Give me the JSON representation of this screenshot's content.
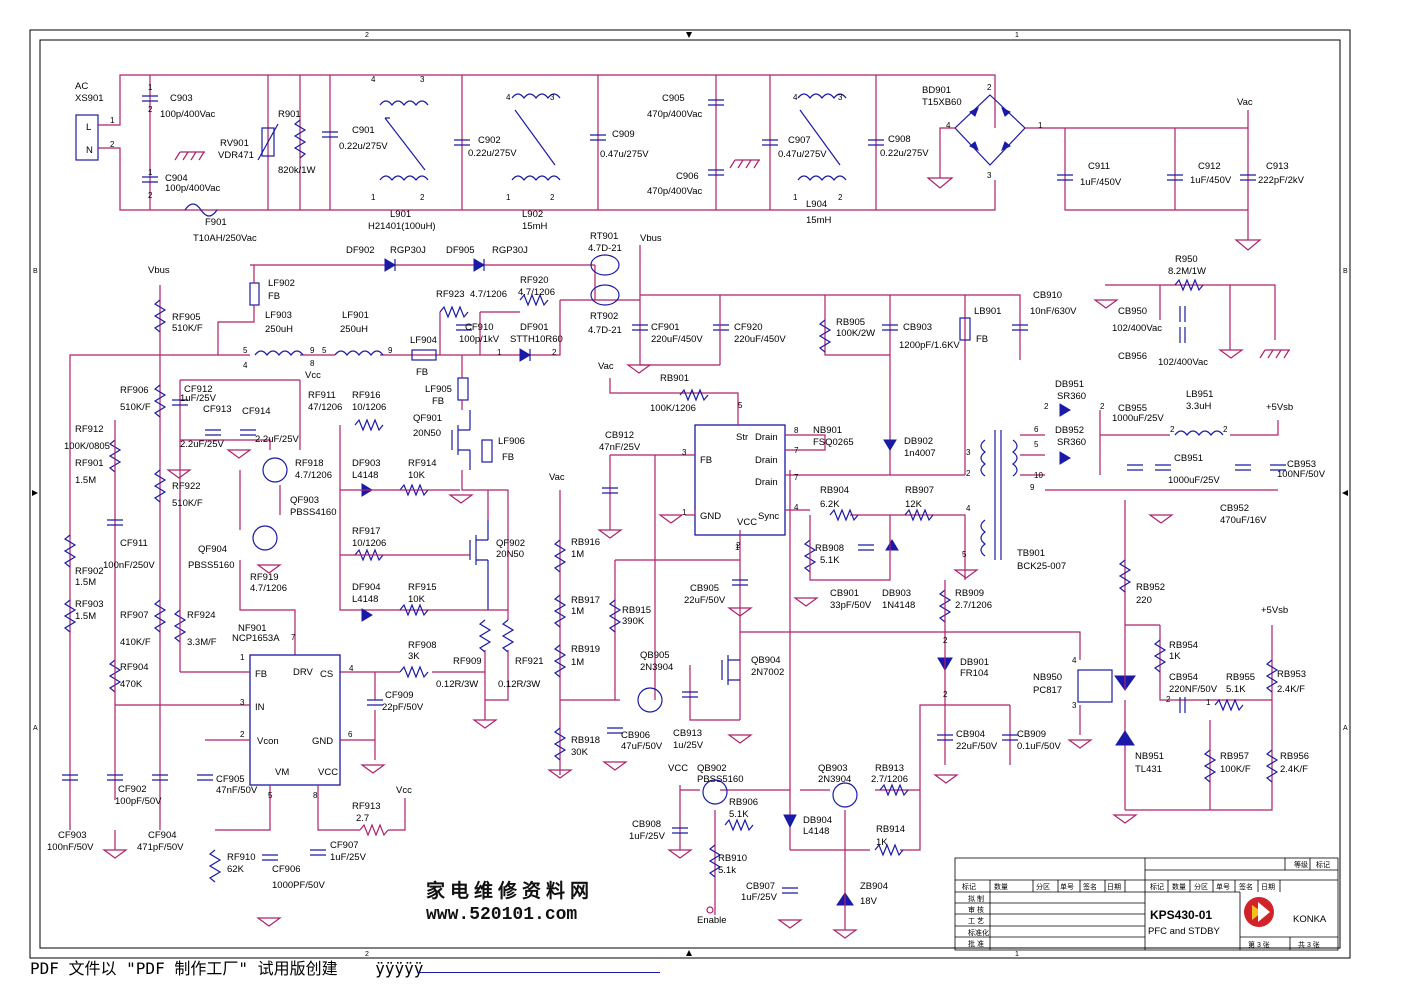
{
  "border": {
    "col_marks": [
      "2",
      "1",
      "2",
      "1"
    ],
    "row_marks": [
      "B",
      "A",
      "B",
      "A"
    ]
  },
  "labels": [
    {
      "id": "ac",
      "t": "AC"
    },
    {
      "id": "xs901",
      "t": "XS901"
    },
    {
      "id": "L",
      "t": "L"
    },
    {
      "id": "N",
      "t": "N"
    },
    {
      "id": "c903",
      "t": "C903"
    },
    {
      "id": "c903v",
      "t": "100p/400Vac"
    },
    {
      "id": "c904",
      "t": "C904"
    },
    {
      "id": "c904v",
      "t": "100p/400Vac"
    },
    {
      "id": "rv901",
      "t": "RV901"
    },
    {
      "id": "rv901v",
      "t": "VDR471"
    },
    {
      "id": "r901",
      "t": "R901"
    },
    {
      "id": "r901v",
      "t": "820k/1W"
    },
    {
      "id": "c901",
      "t": "C901"
    },
    {
      "id": "c901v",
      "t": "0.22u/275V"
    },
    {
      "id": "f901",
      "t": "F901"
    },
    {
      "id": "f901v",
      "t": "T10AH/250Vac"
    },
    {
      "id": "l901",
      "t": "L901"
    },
    {
      "id": "l901v",
      "t": "H21401(100uH)"
    },
    {
      "id": "c902",
      "t": "C902"
    },
    {
      "id": "c902v",
      "t": "0.22u/275V"
    },
    {
      "id": "l902",
      "t": "L902"
    },
    {
      "id": "l902v",
      "t": "15mH"
    },
    {
      "id": "c909",
      "t": "C909"
    },
    {
      "id": "c909v",
      "t": "0.47u/275V"
    },
    {
      "id": "c905",
      "t": "C905"
    },
    {
      "id": "c905v",
      "t": "470p/400Vac"
    },
    {
      "id": "c906",
      "t": "C906"
    },
    {
      "id": "c906v",
      "t": "470p/400Vac"
    },
    {
      "id": "c907",
      "t": "C907"
    },
    {
      "id": "c907v",
      "t": "0.47u/275V"
    },
    {
      "id": "l904",
      "t": "L904"
    },
    {
      "id": "l904v",
      "t": "15mH"
    },
    {
      "id": "c908",
      "t": "C908"
    },
    {
      "id": "c908v",
      "t": "0.22u/275V"
    },
    {
      "id": "bd901",
      "t": "BD901"
    },
    {
      "id": "bd901v",
      "t": "T15XB60"
    },
    {
      "id": "vac1",
      "t": "Vac"
    },
    {
      "id": "c911",
      "t": "C911"
    },
    {
      "id": "c911v",
      "t": "1uF/450V"
    },
    {
      "id": "c912",
      "t": "C912"
    },
    {
      "id": "c912v",
      "t": "1uF/450V"
    },
    {
      "id": "c913",
      "t": "C913"
    },
    {
      "id": "c913v",
      "t": "222pF/2kV"
    },
    {
      "id": "df902",
      "t": "DF902"
    },
    {
      "id": "rgp1",
      "t": "RGP30J"
    },
    {
      "id": "df905",
      "t": "DF905"
    },
    {
      "id": "rgp2",
      "t": "RGP30J"
    },
    {
      "id": "rt901",
      "t": "RT901"
    },
    {
      "id": "rt901v",
      "t": "4.7D-21"
    },
    {
      "id": "rt902",
      "t": "RT902"
    },
    {
      "id": "rt902v",
      "t": "4.7D-21"
    },
    {
      "id": "vbus1",
      "t": "Vbus"
    },
    {
      "id": "vbus2",
      "t": "Vbus"
    },
    {
      "id": "lf902",
      "t": "LF902"
    },
    {
      "id": "fb1",
      "t": "FB"
    },
    {
      "id": "rf920",
      "t": "RF920"
    },
    {
      "id": "rf920v",
      "t": "4.7/1206"
    },
    {
      "id": "rf923",
      "t": "RF923"
    },
    {
      "id": "rf923v",
      "t": "4.7/1206"
    },
    {
      "id": "rf905",
      "t": "RF905"
    },
    {
      "id": "rf905v",
      "t": "510K/F"
    },
    {
      "id": "lf903",
      "t": "LF903"
    },
    {
      "id": "lf903v",
      "t": "250uH"
    },
    {
      "id": "lf901",
      "t": "LF901"
    },
    {
      "id": "lf901v",
      "t": "250uH"
    },
    {
      "id": "cf910",
      "t": "CF910"
    },
    {
      "id": "cf910v",
      "t": "100p/1kV"
    },
    {
      "id": "df901",
      "t": "DF901"
    },
    {
      "id": "df901v",
      "t": "STTH10R60"
    },
    {
      "id": "lf904",
      "t": "LF904"
    },
    {
      "id": "fb2",
      "t": "FB"
    },
    {
      "id": "cf901",
      "t": "CF901"
    },
    {
      "id": "cf901v",
      "t": "220uF/450V"
    },
    {
      "id": "cf920",
      "t": "CF920"
    },
    {
      "id": "cf920v",
      "t": "220uF/450V"
    },
    {
      "id": "rb905",
      "t": "RB905"
    },
    {
      "id": "rb905v",
      "t": "100K/2W"
    },
    {
      "id": "cb903",
      "t": "CB903"
    },
    {
      "id": "cb903v",
      "t": "1200pF/1.6KV"
    },
    {
      "id": "lb901",
      "t": "LB901"
    },
    {
      "id": "fb3",
      "t": "FB"
    },
    {
      "id": "cb910",
      "t": "CB910"
    },
    {
      "id": "cb910v",
      "t": "10nF/630V"
    },
    {
      "id": "r950",
      "t": "R950"
    },
    {
      "id": "r950v",
      "t": "8.2M/1W"
    },
    {
      "id": "cb950",
      "t": "CB950"
    },
    {
      "id": "cb950v",
      "t": "102/400Vac"
    },
    {
      "id": "cb956",
      "t": "CB956"
    },
    {
      "id": "cb956v",
      "t": "102/400Vac"
    },
    {
      "id": "vcc1",
      "t": "Vcc"
    },
    {
      "id": "rf906",
      "t": "RF906"
    },
    {
      "id": "rf906v",
      "t": "510K/F"
    },
    {
      "id": "cf912",
      "t": "CF912"
    },
    {
      "id": "cf912v",
      "t": "1uF/25V"
    },
    {
      "id": "cf913",
      "t": "CF913"
    },
    {
      "id": "cf914",
      "t": "CF914"
    },
    {
      "id": "cf913v",
      "t": "2.2uF/25V"
    },
    {
      "id": "cf914v",
      "t": "2.2uF/25V"
    },
    {
      "id": "rf911",
      "t": "RF911"
    },
    {
      "id": "rf911v",
      "t": "47/1206"
    },
    {
      "id": "rf916",
      "t": "RF916"
    },
    {
      "id": "rf916v",
      "t": "10/1206"
    },
    {
      "id": "lf905",
      "t": "LF905"
    },
    {
      "id": "fb4",
      "t": "FB"
    },
    {
      "id": "qf901",
      "t": "QF901"
    },
    {
      "id": "qf901v",
      "t": "20N50"
    },
    {
      "id": "lf906",
      "t": "LF906"
    },
    {
      "id": "fb5",
      "t": "FB"
    },
    {
      "id": "vac2",
      "t": "Vac"
    },
    {
      "id": "rb901",
      "t": "RB901"
    },
    {
      "id": "rb901v",
      "t": "100K/1206"
    },
    {
      "id": "nb901",
      "t": "NB901"
    },
    {
      "id": "nb901v",
      "t": "FSQ0265"
    },
    {
      "id": "cb912",
      "t": "CB912"
    },
    {
      "id": "cb912v",
      "t": "47nF/25V"
    },
    {
      "id": "p_str",
      "t": "Str"
    },
    {
      "id": "p_drain1",
      "t": "Drain"
    },
    {
      "id": "p_drain2",
      "t": "Drain"
    },
    {
      "id": "p_drain3",
      "t": "Drain"
    },
    {
      "id": "p_fb",
      "t": "FB"
    },
    {
      "id": "p_gnd",
      "t": "GND"
    },
    {
      "id": "p_vcc",
      "t": "VCC"
    },
    {
      "id": "p_sync",
      "t": "Sync"
    },
    {
      "id": "db902",
      "t": "DB902"
    },
    {
      "id": "db902v",
      "t": "1n4007"
    },
    {
      "id": "db951",
      "t": "DB951"
    },
    {
      "id": "db951v",
      "t": "SR360"
    },
    {
      "id": "db952",
      "t": "DB952"
    },
    {
      "id": "db952v",
      "t": "SR360"
    },
    {
      "id": "cb955",
      "t": "CB955"
    },
    {
      "id": "cb955v",
      "t": "1000uF/25V"
    },
    {
      "id": "lb951",
      "t": "LB951"
    },
    {
      "id": "lb951v",
      "t": "3.3uH"
    },
    {
      "id": "v5sb1",
      "t": "+5Vsb"
    },
    {
      "id": "cb951",
      "t": "CB951"
    },
    {
      "id": "cb951v",
      "t": "1000uF/25V"
    },
    {
      "id": "cb953",
      "t": "CB953"
    },
    {
      "id": "cb953v",
      "t": "100NF/50V"
    },
    {
      "id": "cb952",
      "t": "CB952"
    },
    {
      "id": "cb952v",
      "t": "470uF/16V"
    },
    {
      "id": "rf912",
      "t": "RF912"
    },
    {
      "id": "rf912v",
      "t": "100K/0805"
    },
    {
      "id": "rf901",
      "t": "RF901"
    },
    {
      "id": "rf901v",
      "t": "1.5M"
    },
    {
      "id": "rf922",
      "t": "RF922"
    },
    {
      "id": "rf922v",
      "t": "510K/F"
    },
    {
      "id": "rf918",
      "t": "RF918"
    },
    {
      "id": "rf918v",
      "t": "4.7/1206"
    },
    {
      "id": "qf903",
      "t": "QF903"
    },
    {
      "id": "qf903v",
      "t": "PBSS4160"
    },
    {
      "id": "df903",
      "t": "DF903"
    },
    {
      "id": "df903v",
      "t": "L4148"
    },
    {
      "id": "rf914",
      "t": "RF914"
    },
    {
      "id": "rf914v",
      "t": "10K"
    },
    {
      "id": "cf911",
      "t": "CF911"
    },
    {
      "id": "cf911v",
      "t": "100nF/250V"
    },
    {
      "id": "qf904",
      "t": "QF904"
    },
    {
      "id": "qf904v",
      "t": "PBSS5160"
    },
    {
      "id": "rf917",
      "t": "RF917"
    },
    {
      "id": "rf917v",
      "t": "10/1206"
    },
    {
      "id": "qf902",
      "t": "QF902"
    },
    {
      "id": "qf902v",
      "t": "20N50"
    },
    {
      "id": "vac3",
      "t": "Vac"
    },
    {
      "id": "rb904",
      "t": "RB904"
    },
    {
      "id": "rb904v",
      "t": "6.2K"
    },
    {
      "id": "rb907",
      "t": "RB907"
    },
    {
      "id": "rb907v",
      "t": "12K"
    },
    {
      "id": "rb908",
      "t": "RB908"
    },
    {
      "id": "rb908v",
      "t": "5.1K"
    },
    {
      "id": "rb916",
      "t": "RB916"
    },
    {
      "id": "rb916v",
      "t": "1M"
    },
    {
      "id": "cb905",
      "t": "CB905"
    },
    {
      "id": "cb905v",
      "t": "22uF/50V"
    },
    {
      "id": "cb901",
      "t": "CB901"
    },
    {
      "id": "cb901v",
      "t": "33pF/50V"
    },
    {
      "id": "db903",
      "t": "DB903"
    },
    {
      "id": "db903v",
      "t": "1N4148"
    },
    {
      "id": "tb901",
      "t": "TB901"
    },
    {
      "id": "tb901v",
      "t": "BCK25-007"
    },
    {
      "id": "rf902",
      "t": "RF902"
    },
    {
      "id": "rf902v",
      "t": "1.5M"
    },
    {
      "id": "rf903",
      "t": "RF903"
    },
    {
      "id": "rf903v",
      "t": "1.5M"
    },
    {
      "id": "rf907",
      "t": "RF907"
    },
    {
      "id": "rf907v",
      "t": "410K/F"
    },
    {
      "id": "rf924",
      "t": "RF924"
    },
    {
      "id": "rf924v",
      "t": "3.3M/F"
    },
    {
      "id": "rf919",
      "t": "RF919"
    },
    {
      "id": "rf919v",
      "t": "4.7/1206"
    },
    {
      "id": "df904",
      "t": "DF904"
    },
    {
      "id": "df904v",
      "t": "L4148"
    },
    {
      "id": "rf915",
      "t": "RF915"
    },
    {
      "id": "rf915v",
      "t": "10K"
    },
    {
      "id": "rb917",
      "t": "RB917"
    },
    {
      "id": "rb917v",
      "t": "1M"
    },
    {
      "id": "rb915",
      "t": "RB915"
    },
    {
      "id": "rb915v",
      "t": "390K"
    },
    {
      "id": "rb909",
      "t": "RB909"
    },
    {
      "id": "rb909v",
      "t": "2.7/1206"
    },
    {
      "id": "rb952",
      "t": "RB952"
    },
    {
      "id": "rb952v",
      "t": "220"
    },
    {
      "id": "v5sb2",
      "t": "+5Vsb"
    },
    {
      "id": "nf901",
      "t": "NF901"
    },
    {
      "id": "nf901v",
      "t": "NCP1653A"
    },
    {
      "id": "rf904",
      "t": "RF904"
    },
    {
      "id": "rf904v",
      "t": "470K"
    },
    {
      "id": "p_fb2",
      "t": "FB"
    },
    {
      "id": "p_drv",
      "t": "DRV"
    },
    {
      "id": "p_cs",
      "t": "CS"
    },
    {
      "id": "p_in",
      "t": "IN"
    },
    {
      "id": "p_vcon",
      "t": "Vcon"
    },
    {
      "id": "p_gnd2",
      "t": "GND"
    },
    {
      "id": "p_vm",
      "t": "VM"
    },
    {
      "id": "p_vcc2",
      "t": "VCC"
    },
    {
      "id": "rf908",
      "t": "RF908"
    },
    {
      "id": "rf908v",
      "t": "3K"
    },
    {
      "id": "rf909",
      "t": "RF909"
    },
    {
      "id": "rf909v",
      "t": "0.12R/3W"
    },
    {
      "id": "rf921",
      "t": "RF921"
    },
    {
      "id": "rf921v",
      "t": "0.12R/3W"
    },
    {
      "id": "cf909",
      "t": "CF909"
    },
    {
      "id": "cf909v",
      "t": "22pF/50V"
    },
    {
      "id": "rb919",
      "t": "RB919"
    },
    {
      "id": "rb919v",
      "t": "1M"
    },
    {
      "id": "qb905",
      "t": "QB905"
    },
    {
      "id": "qb905v",
      "t": "2N3904"
    },
    {
      "id": "qb904",
      "t": "QB904"
    },
    {
      "id": "qb904v",
      "t": "2N7002"
    },
    {
      "id": "db901",
      "t": "DB901"
    },
    {
      "id": "db901v",
      "t": "FR104"
    },
    {
      "id": "nb950",
      "t": "NB950"
    },
    {
      "id": "nb950v",
      "t": "PC817"
    },
    {
      "id": "rb954",
      "t": "RB954"
    },
    {
      "id": "rb954v",
      "t": "1K"
    },
    {
      "id": "cb954",
      "t": "CB954"
    },
    {
      "id": "cb954v",
      "t": "220NF/50V"
    },
    {
      "id": "rb955",
      "t": "RB955"
    },
    {
      "id": "rb955v",
      "t": "5.1K"
    },
    {
      "id": "rb953",
      "t": "RB953"
    },
    {
      "id": "rb953v",
      "t": "2.4K/F"
    },
    {
      "id": "cb906",
      "t": "CB906"
    },
    {
      "id": "cb906v",
      "t": "47uF/50V"
    },
    {
      "id": "cb913",
      "t": "CB913"
    },
    {
      "id": "cb913v",
      "t": "1u/25V"
    },
    {
      "id": "rb918",
      "t": "RB918"
    },
    {
      "id": "rb918v",
      "t": "30K"
    },
    {
      "id": "cb904",
      "t": "CB904"
    },
    {
      "id": "cb904v",
      "t": "22uF/50V"
    },
    {
      "id": "cb909",
      "t": "CB909"
    },
    {
      "id": "cb909v",
      "t": "0.1uF/50V"
    },
    {
      "id": "nb951",
      "t": "NB951"
    },
    {
      "id": "nb951v",
      "t": "TL431"
    },
    {
      "id": "rb957",
      "t": "RB957"
    },
    {
      "id": "rb957v",
      "t": "100K/F"
    },
    {
      "id": "rb956",
      "t": "RB956"
    },
    {
      "id": "rb956v",
      "t": "2.4K/F"
    },
    {
      "id": "cf905",
      "t": "CF905"
    },
    {
      "id": "cf905v",
      "t": "47nF/50V"
    },
    {
      "id": "cf902",
      "t": "CF902"
    },
    {
      "id": "cf902v",
      "t": "100pF/50V"
    },
    {
      "id": "cf903",
      "t": "CF903"
    },
    {
      "id": "cf903v",
      "t": "100nF/50V"
    },
    {
      "id": "cf904",
      "t": "CF904"
    },
    {
      "id": "cf904v",
      "t": "471pF/50V"
    },
    {
      "id": "vcc2",
      "t": "Vcc"
    },
    {
      "id": "rf913",
      "t": "RF913"
    },
    {
      "id": "rf913v",
      "t": "2.7"
    },
    {
      "id": "cf907",
      "t": "CF907"
    },
    {
      "id": "cf907v",
      "t": "1uF/25V"
    },
    {
      "id": "rf910",
      "t": "RF910"
    },
    {
      "id": "rf910v",
      "t": "62K"
    },
    {
      "id": "cf906",
      "t": "CF906"
    },
    {
      "id": "cf906v",
      "t": "1000PF/50V"
    },
    {
      "id": "vcc3",
      "t": "VCC"
    },
    {
      "id": "qb902",
      "t": "QB902"
    },
    {
      "id": "qb902v",
      "t": "PBSS5160"
    },
    {
      "id": "rb906",
      "t": "RB906"
    },
    {
      "id": "rb906v",
      "t": "5.1K"
    },
    {
      "id": "cb908",
      "t": "CB908"
    },
    {
      "id": "cb908v",
      "t": "1uF/25V"
    },
    {
      "id": "rb910",
      "t": "RB910"
    },
    {
      "id": "rb910v",
      "t": "5.1k"
    },
    {
      "id": "db904",
      "t": "DB904"
    },
    {
      "id": "db904v",
      "t": "L4148"
    },
    {
      "id": "qb903",
      "t": "QB903"
    },
    {
      "id": "qb903v",
      "t": "2N3904"
    },
    {
      "id": "rb913",
      "t": "RB913"
    },
    {
      "id": "rb913v",
      "t": "2.7/1206"
    },
    {
      "id": "rb914",
      "t": "RB914"
    },
    {
      "id": "rb914v",
      "t": "1K"
    },
    {
      "id": "cb907",
      "t": "CB907"
    },
    {
      "id": "cb907v",
      "t": "1uF/25V"
    },
    {
      "id": "zb904",
      "t": "ZB904"
    },
    {
      "id": "zb904v",
      "t": "18V"
    },
    {
      "id": "enable",
      "t": "Enable"
    }
  ],
  "pins": [
    "1",
    "2",
    "3",
    "4",
    "5",
    "6",
    "7",
    "8",
    "9",
    "10"
  ],
  "title_block": {
    "grade": "等级",
    "mark": "标记",
    "row_headers": [
      "标记",
      "数量",
      "分区",
      "单号",
      "签名",
      "日期",
      "标记",
      "数量",
      "分区",
      "单号",
      "签名",
      "日期"
    ],
    "roles": [
      "拟 制",
      "审 核",
      "工 艺",
      "标准化",
      "批 准"
    ],
    "model": "KPS430-01",
    "subtitle": "PFC and STDBY",
    "brand": "KONKA",
    "sheet": "第 3 张",
    "total": "共 3 张"
  },
  "watermark": {
    "cn": "家电维修资料网",
    "url": "www.520101.com"
  },
  "footer": {
    "text": "PDF 文件以 \"PDF 制作工厂\" 试用版创建",
    "link": "ÿÿÿÿÿ"
  }
}
